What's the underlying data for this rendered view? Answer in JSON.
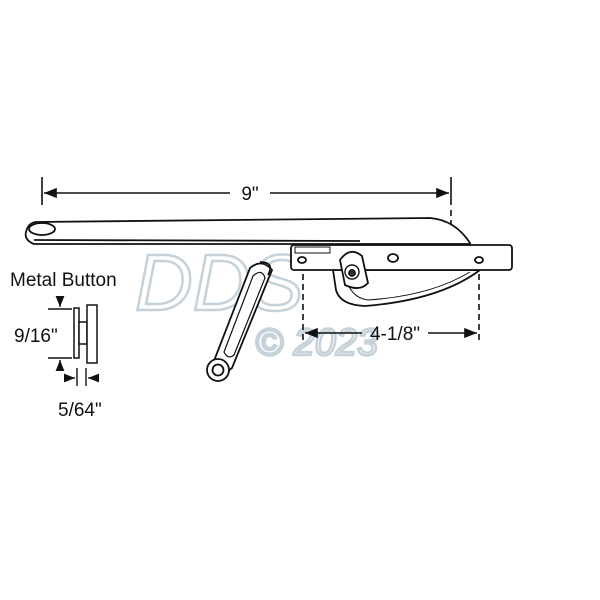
{
  "diagram": {
    "dimensions": {
      "arm_length": "9\"",
      "mount_hole_spacing": "4-1/8\"",
      "button_height": "9/16\"",
      "button_thickness": "5/64\""
    },
    "labels": {
      "metal_button": "Metal Button"
    },
    "watermark": {
      "logo": "DDS",
      "copyright": "© 2023"
    },
    "colors": {
      "line": "#111111",
      "watermark": "#b9c7d0"
    }
  }
}
